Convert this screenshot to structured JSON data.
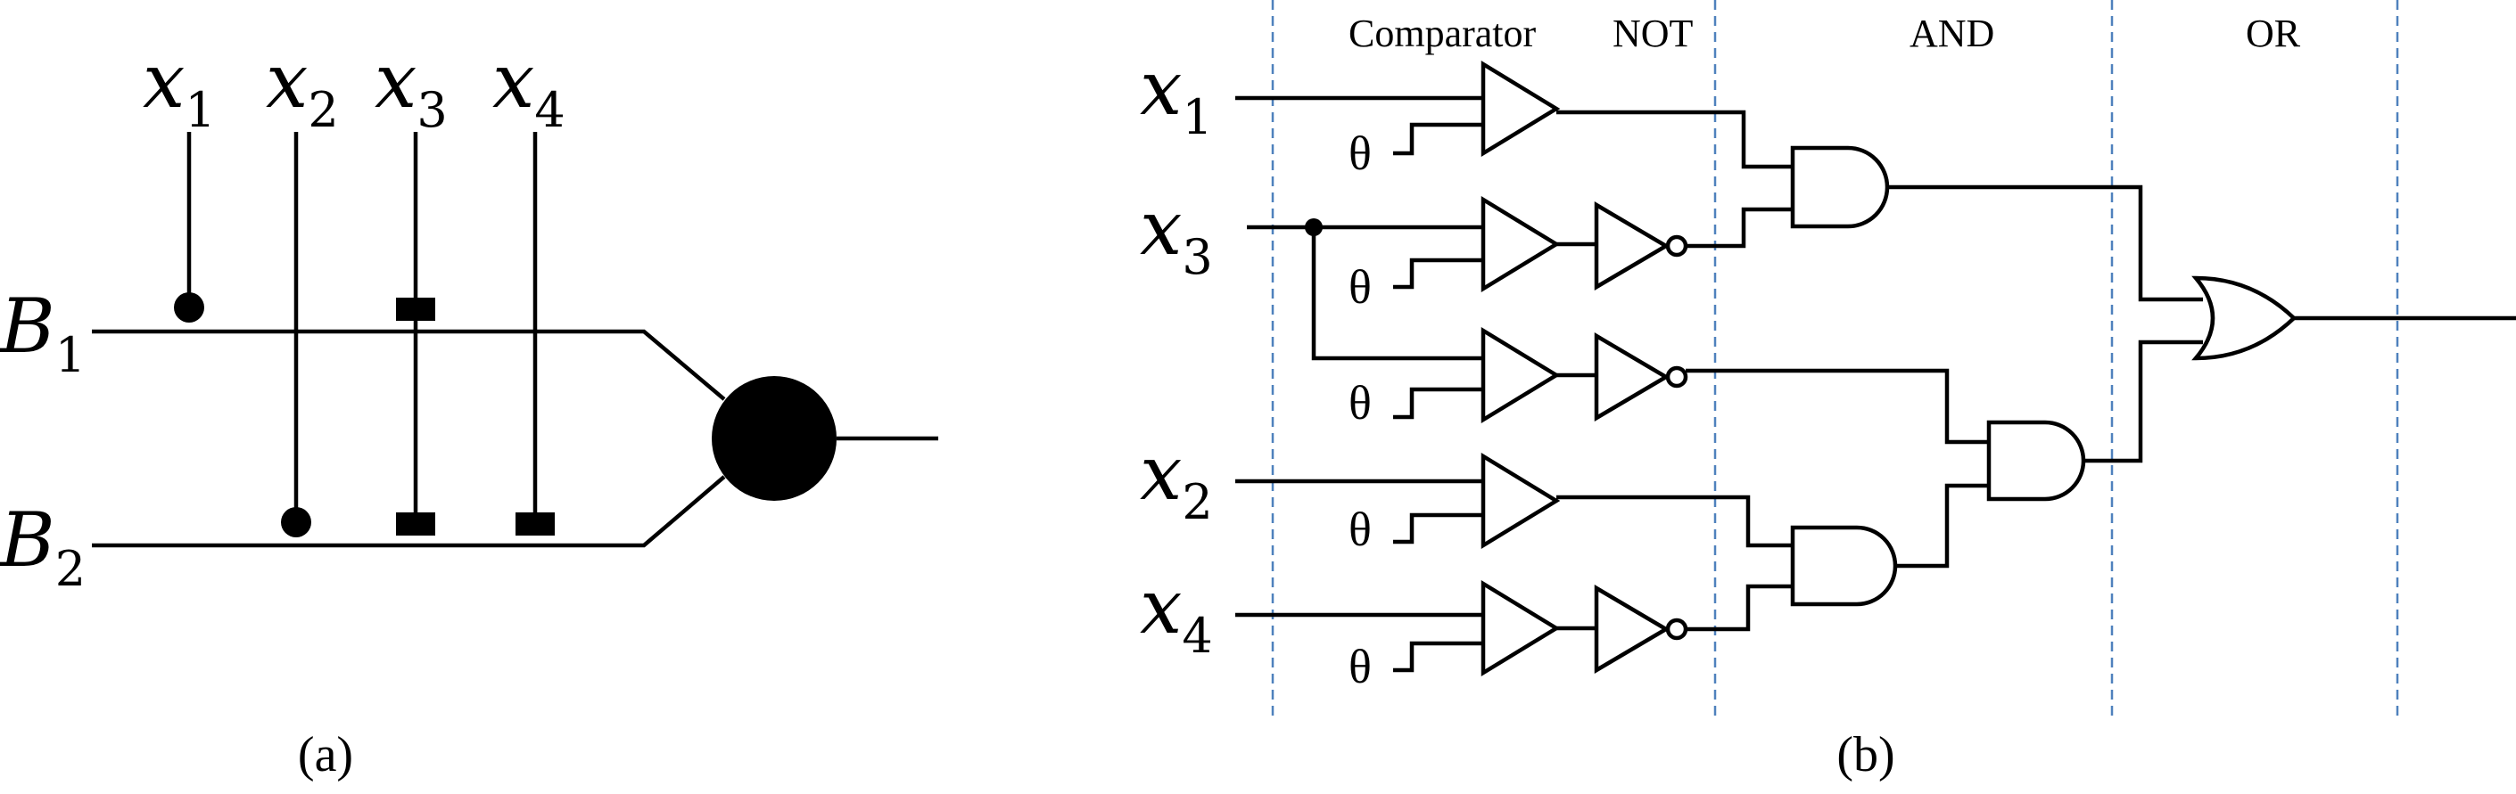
{
  "panel_a": {
    "caption": "(a)",
    "inputs": [
      {
        "var": "x",
        "sub": "1"
      },
      {
        "var": "x",
        "sub": "2"
      },
      {
        "var": "x",
        "sub": "3"
      },
      {
        "var": "x",
        "sub": "4"
      }
    ],
    "branches": [
      {
        "var": "B",
        "sub": "1"
      },
      {
        "var": "B",
        "sub": "2"
      }
    ]
  },
  "panel_b": {
    "caption": "(b)",
    "stages": [
      "Comparator",
      "NOT",
      "AND",
      "OR"
    ],
    "threshold_symbol": "θ",
    "inputs": [
      {
        "var": "x",
        "sub": "1"
      },
      {
        "var": "x",
        "sub": "3"
      },
      {
        "var": "x",
        "sub": "2"
      },
      {
        "var": "x",
        "sub": "4"
      }
    ]
  }
}
